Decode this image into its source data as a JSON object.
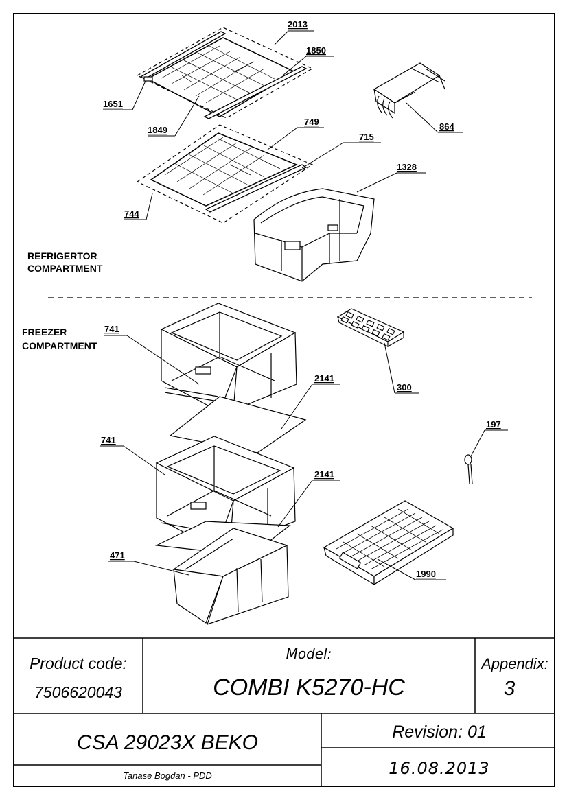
{
  "sections": {
    "refrigerator": [
      "REFRIGERTOR",
      "COMPARTMENT"
    ],
    "freezer": [
      "FREEZER",
      "COMPARTMENT"
    ]
  },
  "parts": {
    "p2013": "2013",
    "p1850": "1850",
    "p1651": "1651",
    "p1849": "1849",
    "p864": "864",
    "p749": "749",
    "p715": "715",
    "p1328": "1328",
    "p744": "744",
    "p741a": "741",
    "p300": "300",
    "p2141a": "2141",
    "p197": "197",
    "p741b": "741",
    "p2141b": "2141",
    "p471": "471",
    "p1990": "1990"
  },
  "title_block": {
    "product_code_label": "Product code:",
    "product_code": "7506620043",
    "model_label": "Model:",
    "model": "COMBI K5270-HC",
    "appendix_label": "Appendix:",
    "appendix": "3",
    "csa": "CSA 29023X BEKO",
    "revision": "Revision: 01",
    "author": "Tanase Bogdan - PDD",
    "date": "16.08.2013"
  }
}
